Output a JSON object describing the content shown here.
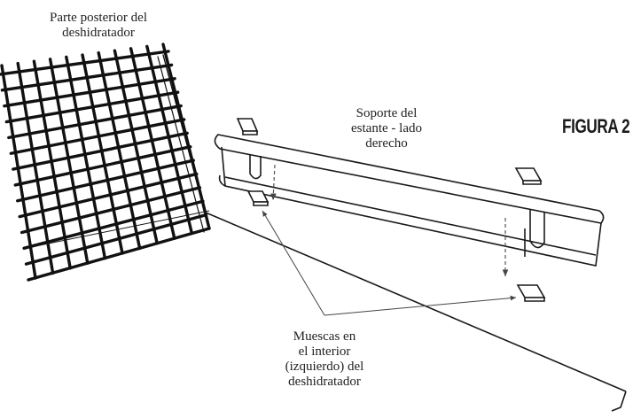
{
  "figure_label": "FIGURA 2",
  "labels": {
    "rear_line1": "Parte posterior del",
    "rear_line2": "deshidratador",
    "support_line1": "Soporte del",
    "support_line2": "estante - lado",
    "support_line3": "derecho",
    "notch_line1": "Muescas en",
    "notch_line2": "el interior",
    "notch_line3": "(izquierdo) del",
    "notch_line4": "deshidratador"
  },
  "colors": {
    "ink": "#1a1a1a",
    "arrow": "#555555"
  }
}
